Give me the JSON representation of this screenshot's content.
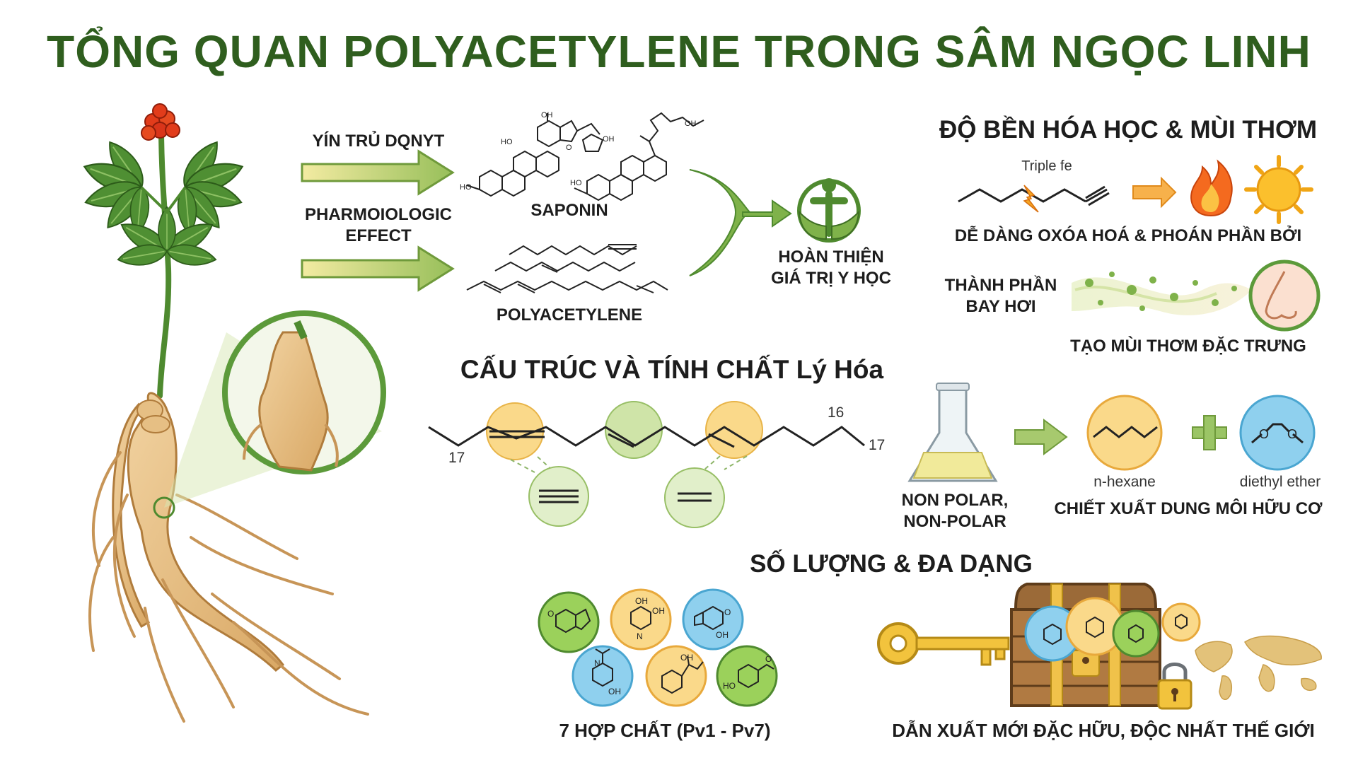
{
  "title": "TỔNG QUAN POLYACETYLENE TRONG SÂM NGỌC LINH",
  "left_flow": {
    "arrow1_label": "YÍN TRỦ DQNYT",
    "arrow2_label_1": "PHARMOIOLOGIC",
    "arrow2_label_2": "EFFECT",
    "saponin_label": "SAPONIN",
    "polyacetylene_label": "POLYACETYLENE",
    "result_line1": "HOÀN THIỆN",
    "result_line2": "GIÁ TRỊ Y HỌC",
    "saponin_atoms": [
      "OH",
      "HO",
      "O",
      "OH",
      "HO",
      "OH",
      "HO"
    ]
  },
  "stability": {
    "heading": "ĐỘ BỀN HÓA HỌC & MÙI THƠM",
    "bond_label": "Triple fe",
    "oxidation_text": "DỄ DÀNG OXÓA HOÁ & PHOÁN PHẦN BỞI",
    "volatile_line1": "THÀNH PHẦN",
    "volatile_line2": "BAY HƠI",
    "aroma_text": "TẠO MÙI THƠM ĐẶC TRƯNG"
  },
  "structure": {
    "heading": "CẤU TRÚC VÀ TÍNH CHẤT Lý Hóa",
    "carbon_left": "17",
    "carbon_top": "16",
    "carbon_right": "17"
  },
  "solvent": {
    "flask_line1": "NON POLAR,",
    "flask_line2": "NON-POLAR",
    "hexane_label": "n-hexane",
    "ether_label": "diethyl ether",
    "extraction_text": "CHIẾT XUẤT DUNG MÔI HỮU CƠ",
    "ether_atoms": [
      "O",
      "O"
    ]
  },
  "quantity": {
    "heading": "SỐ LƯỢNG & ĐA DẠNG",
    "compounds_label": "7 HỢP CHẤT (Pv1 - Pv7)",
    "unique_label": "DẪN XUẤT MỚI ĐẶC HỮU, ĐỘC NHẤT THẾ GIỚI",
    "compound_atoms": [
      "O",
      "OH",
      "OH",
      "N",
      "O",
      "OH",
      "N",
      "OH",
      "OH",
      "HO",
      "O"
    ]
  },
  "colors": {
    "title_green": "#2f5e1e",
    "leaf_green": "#4f8f33",
    "root_tan": "#e3b878",
    "circle_yellow": "#fad98a",
    "circle_green": "#cfe4a8",
    "circle_blue": "#8fd0ee",
    "berry_red": "#e23c1b"
  },
  "icons": [
    "ginseng-plant-icon",
    "arrow-right-icon",
    "hands-person-icon",
    "flame-icon",
    "sun-icon",
    "nose-icon",
    "flask-icon",
    "treasure-chest-icon",
    "key-icon",
    "padlock-icon",
    "world-map-icon"
  ]
}
